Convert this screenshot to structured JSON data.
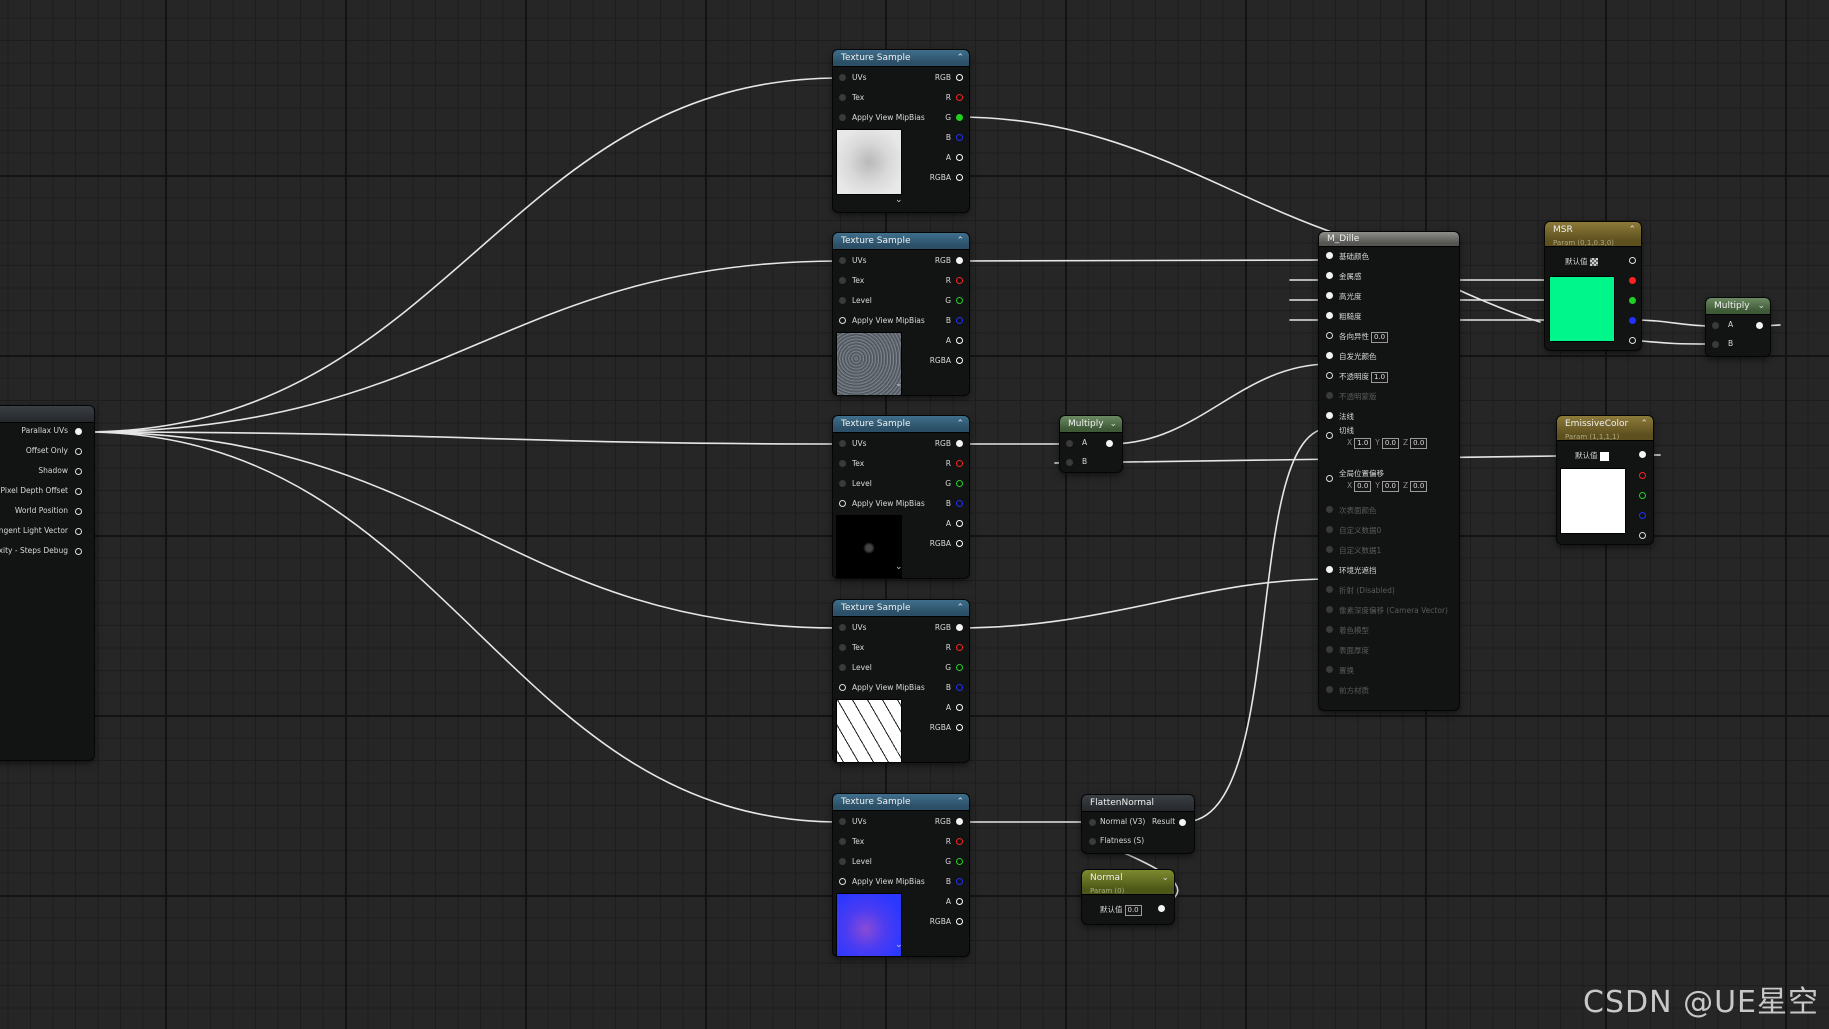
{
  "parallax": {
    "outputs": [
      "Parallax UVs",
      "Offset Only",
      "Shadow",
      "Pixel Depth Offset",
      "World Position",
      "Tangent Light Vector",
      "lexity - Steps Debug"
    ]
  },
  "texture_samples": [
    {
      "title": "Texture Sample",
      "inputs": [
        "UVs",
        "Tex",
        "Apply View MipBias"
      ],
      "outputs": [
        "RGB",
        "R",
        "G",
        "B",
        "A",
        "RGBA"
      ],
      "thumb": "noise-light"
    },
    {
      "title": "Texture Sample",
      "inputs": [
        "UVs",
        "Tex",
        "Level",
        "Apply View MipBias"
      ],
      "outputs": [
        "RGB",
        "R",
        "G",
        "B",
        "A",
        "RGBA"
      ],
      "thumb": "noise-gray"
    },
    {
      "title": "Texture Sample",
      "inputs": [
        "UVs",
        "Tex",
        "Level",
        "Apply View MipBias"
      ],
      "outputs": [
        "RGB",
        "R",
        "G",
        "B",
        "A",
        "RGBA"
      ],
      "thumb": "cracks-dark"
    },
    {
      "title": "Texture Sample",
      "inputs": [
        "UVs",
        "Tex",
        "Level",
        "Apply View MipBias"
      ],
      "outputs": [
        "RGB",
        "R",
        "G",
        "B",
        "A",
        "RGBA"
      ],
      "thumb": "cracks-light"
    },
    {
      "title": "Texture Sample",
      "inputs": [
        "UVs",
        "Tex",
        "Level",
        "Apply View MipBias"
      ],
      "outputs": [
        "RGB",
        "R",
        "G",
        "B",
        "A",
        "RGBA"
      ],
      "thumb": "normal-map"
    }
  ],
  "multiply_mid": {
    "title": "Multiply",
    "a": "A",
    "b": "B"
  },
  "flatten": {
    "title": "FlattenNormal",
    "in1": "Normal (V3)",
    "in2": "Flatness (S)",
    "out": "Result"
  },
  "normal_param": {
    "title": "Normal",
    "sub": "Param (0)",
    "default_label": "默认值",
    "value": "0.0"
  },
  "material": {
    "title": "M_Dille",
    "inputs": [
      {
        "label": "基础颜色",
        "active": true
      },
      {
        "label": "金属感",
        "active": true
      },
      {
        "label": "高光度",
        "active": true
      },
      {
        "label": "粗糙度",
        "active": true
      },
      {
        "label": "各向异性",
        "active": true,
        "value": "0.0"
      },
      {
        "label": "自发光颜色",
        "active": true
      },
      {
        "label": "不透明度",
        "active": true,
        "value": "1.0"
      },
      {
        "label": "不透明蒙版",
        "active": false
      },
      {
        "label": "法线",
        "active": true
      },
      {
        "label": "切线",
        "active": true,
        "x": "1.0",
        "y": "0.0",
        "z": "0.0"
      },
      {
        "label": "全局位置偏移",
        "active": true,
        "x": "0.0",
        "y": "0.0",
        "z": "0.0"
      },
      {
        "label": "次表面颜色",
        "active": false
      },
      {
        "label": "自定义数据0",
        "active": false
      },
      {
        "label": "自定义数据1",
        "active": false
      },
      {
        "label": "环境光遮挡",
        "active": true
      },
      {
        "label": "折射 (Disabled)",
        "active": false
      },
      {
        "label": "像素深度偏移 (Camera Vector)",
        "active": false
      },
      {
        "label": "着色模型",
        "active": false
      },
      {
        "label": "表面厚度",
        "active": false
      },
      {
        "label": "置换",
        "active": false
      },
      {
        "label": "前方材质",
        "active": false
      }
    ],
    "xyz_labels": [
      "X",
      "Y",
      "Z"
    ]
  },
  "msr": {
    "title": "MSR",
    "sub": "Param (0,1,0.3,0)",
    "default_label": "默认值",
    "color": "#00f58a"
  },
  "multiply_right": {
    "title": "Multiply",
    "a": "A",
    "b": "B"
  },
  "emissive": {
    "title": "EmissiveColor",
    "sub": "Param (1,1,1,1)",
    "default_label": "默认值",
    "color": "#ffffff"
  },
  "watermark": "CSDN @UE星空",
  "colors": {
    "pin_r": "#ff2020",
    "pin_g": "#20d020",
    "pin_b": "#2030ff",
    "wire": "#e6e6e6"
  }
}
